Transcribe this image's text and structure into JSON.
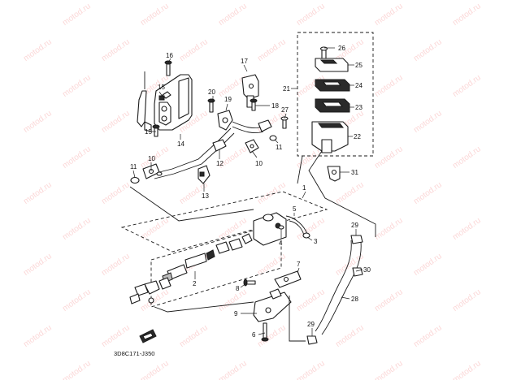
{
  "watermark": {
    "text": "motod.ru",
    "color": "#ef6a6a"
  },
  "diagram_code": "3D8C171-J350",
  "callouts": [
    "1",
    "2",
    "3",
    "4",
    "5",
    "6",
    "7",
    "8",
    "9",
    "10",
    "10",
    "11",
    "11",
    "11",
    "12",
    "13",
    "14",
    "15",
    "15",
    "16",
    "17",
    "18",
    "19",
    "20",
    "21",
    "22",
    "23",
    "24",
    "25",
    "26",
    "27",
    "28",
    "29",
    "29",
    "30",
    "31"
  ]
}
